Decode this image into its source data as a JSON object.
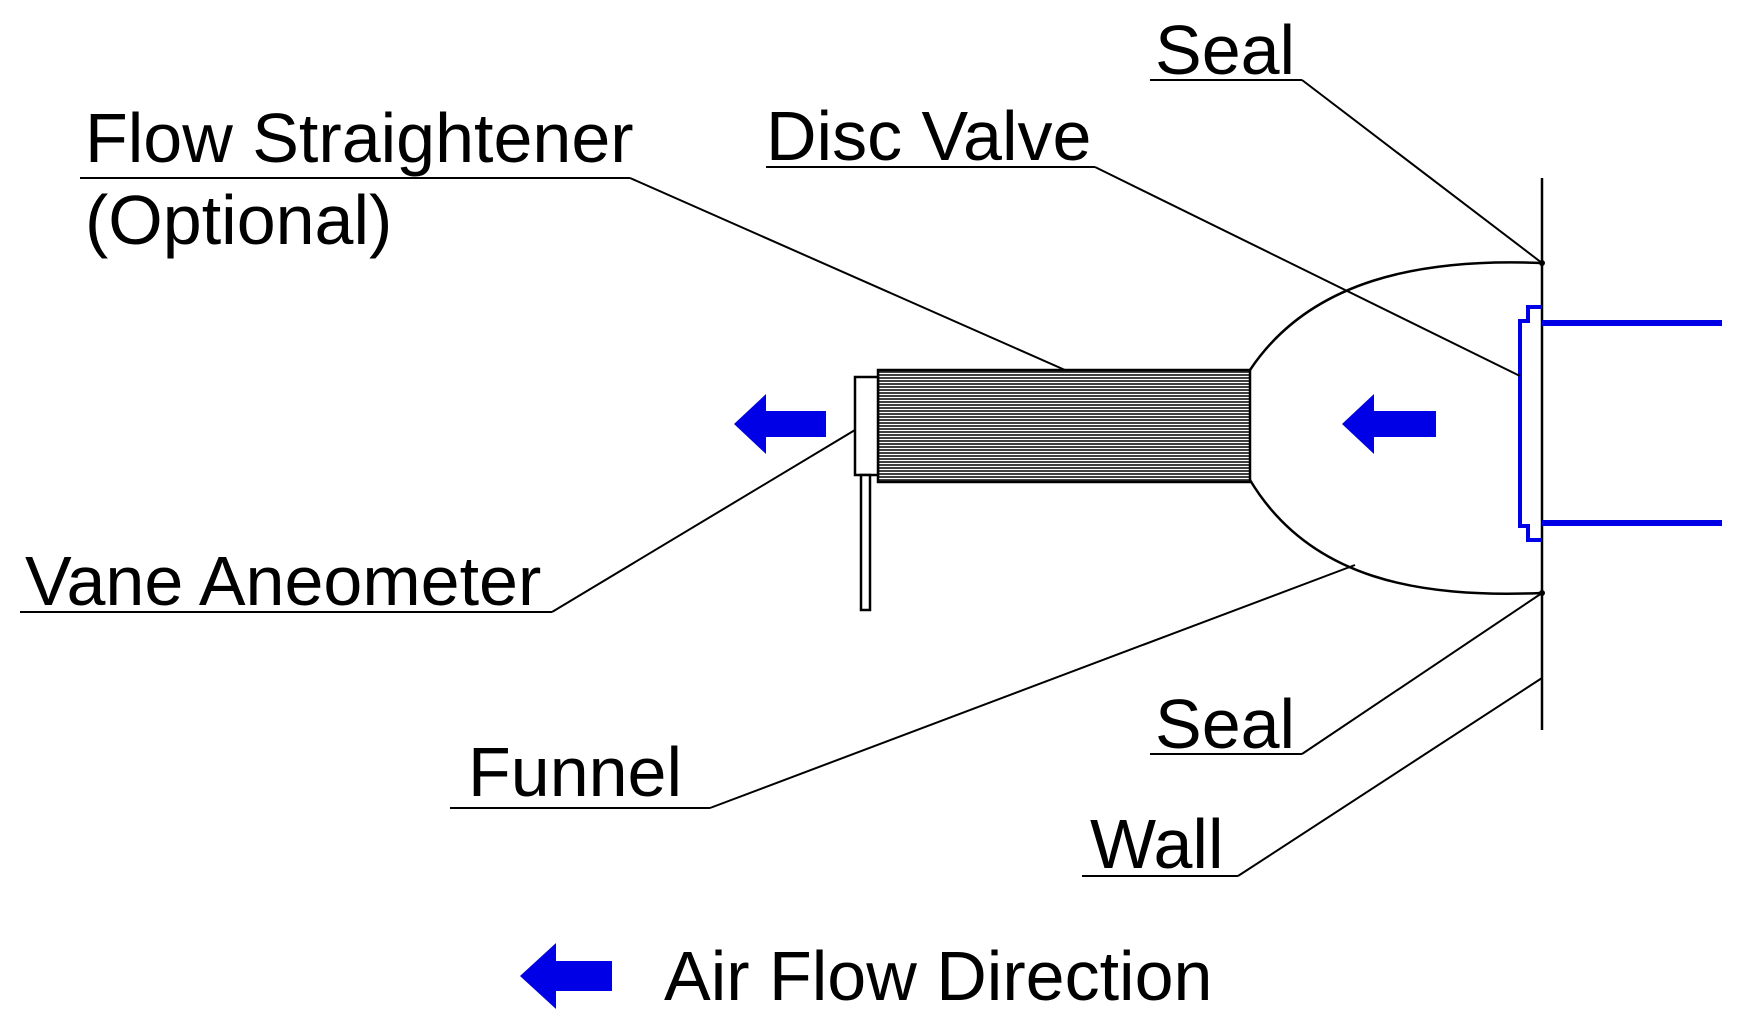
{
  "labels": {
    "seal_top": "Seal",
    "flow_straightener_line1": "Flow Straightener",
    "flow_straightener_line2": "(Optional)",
    "disc_valve": "Disc Valve",
    "vane_anemometer": "Vane Aneometer",
    "funnel": "Funnel",
    "seal_bottom": "Seal",
    "wall": "Wall"
  },
  "legend": {
    "text": "Air Flow Direction",
    "icon": "left-arrow-icon"
  },
  "colors": {
    "airflow_arrow": "#0000e6",
    "duct": "#0000e6",
    "line": "#000000",
    "background": "#ffffff"
  }
}
